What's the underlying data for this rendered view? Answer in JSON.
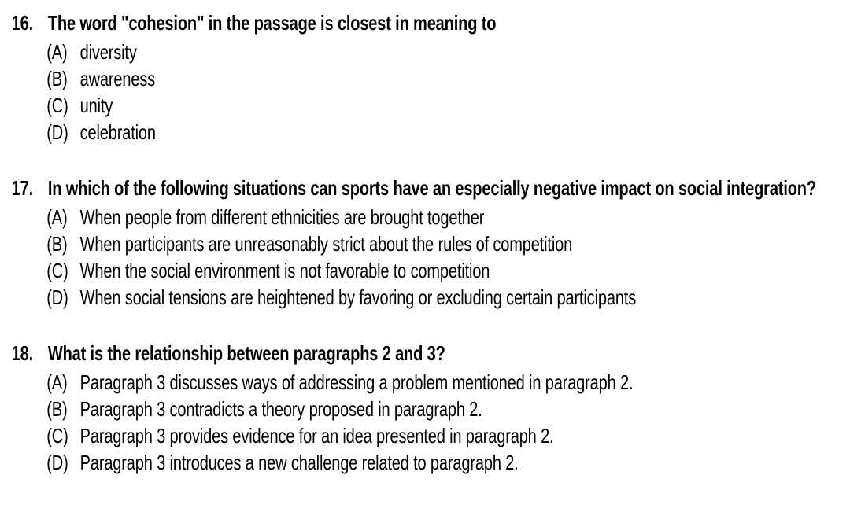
{
  "page": {
    "background_color": "#ffffff",
    "text_color": "#000000",
    "kind": "multiple-choice-test-sheet"
  },
  "questions": [
    {
      "number": "16.",
      "stem": "The word \"cohesion\" in the passage is closest in meaning to",
      "options": [
        {
          "letter": "(A)",
          "text": "diversity"
        },
        {
          "letter": "(B)",
          "text": "awareness"
        },
        {
          "letter": "(C)",
          "text": "unity"
        },
        {
          "letter": "(D)",
          "text": "celebration"
        }
      ]
    },
    {
      "number": "17.",
      "stem": "In which of the following situations can sports have an especially negative impact on social integration?",
      "options": [
        {
          "letter": "(A)",
          "text": "When people from different ethnicities are brought together"
        },
        {
          "letter": "(B)",
          "text": "When participants are unreasonably strict about the rules of competition"
        },
        {
          "letter": "(C)",
          "text": "When the social environment is not favorable to competition"
        },
        {
          "letter": "(D)",
          "text": "When social tensions are heightened by favoring or excluding certain participants"
        }
      ]
    },
    {
      "number": "18.",
      "stem": "What is the relationship between paragraphs 2 and 3?",
      "options": [
        {
          "letter": "(A)",
          "text": "Paragraph 3 discusses ways of addressing a problem mentioned in paragraph 2."
        },
        {
          "letter": "(B)",
          "text": "Paragraph 3 contradicts a theory proposed in paragraph 2."
        },
        {
          "letter": "(C)",
          "text": "Paragraph 3 provides evidence for an idea presented in paragraph 2."
        },
        {
          "letter": "(D)",
          "text": "Paragraph 3 introduces a new challenge related to paragraph 2."
        }
      ]
    }
  ]
}
